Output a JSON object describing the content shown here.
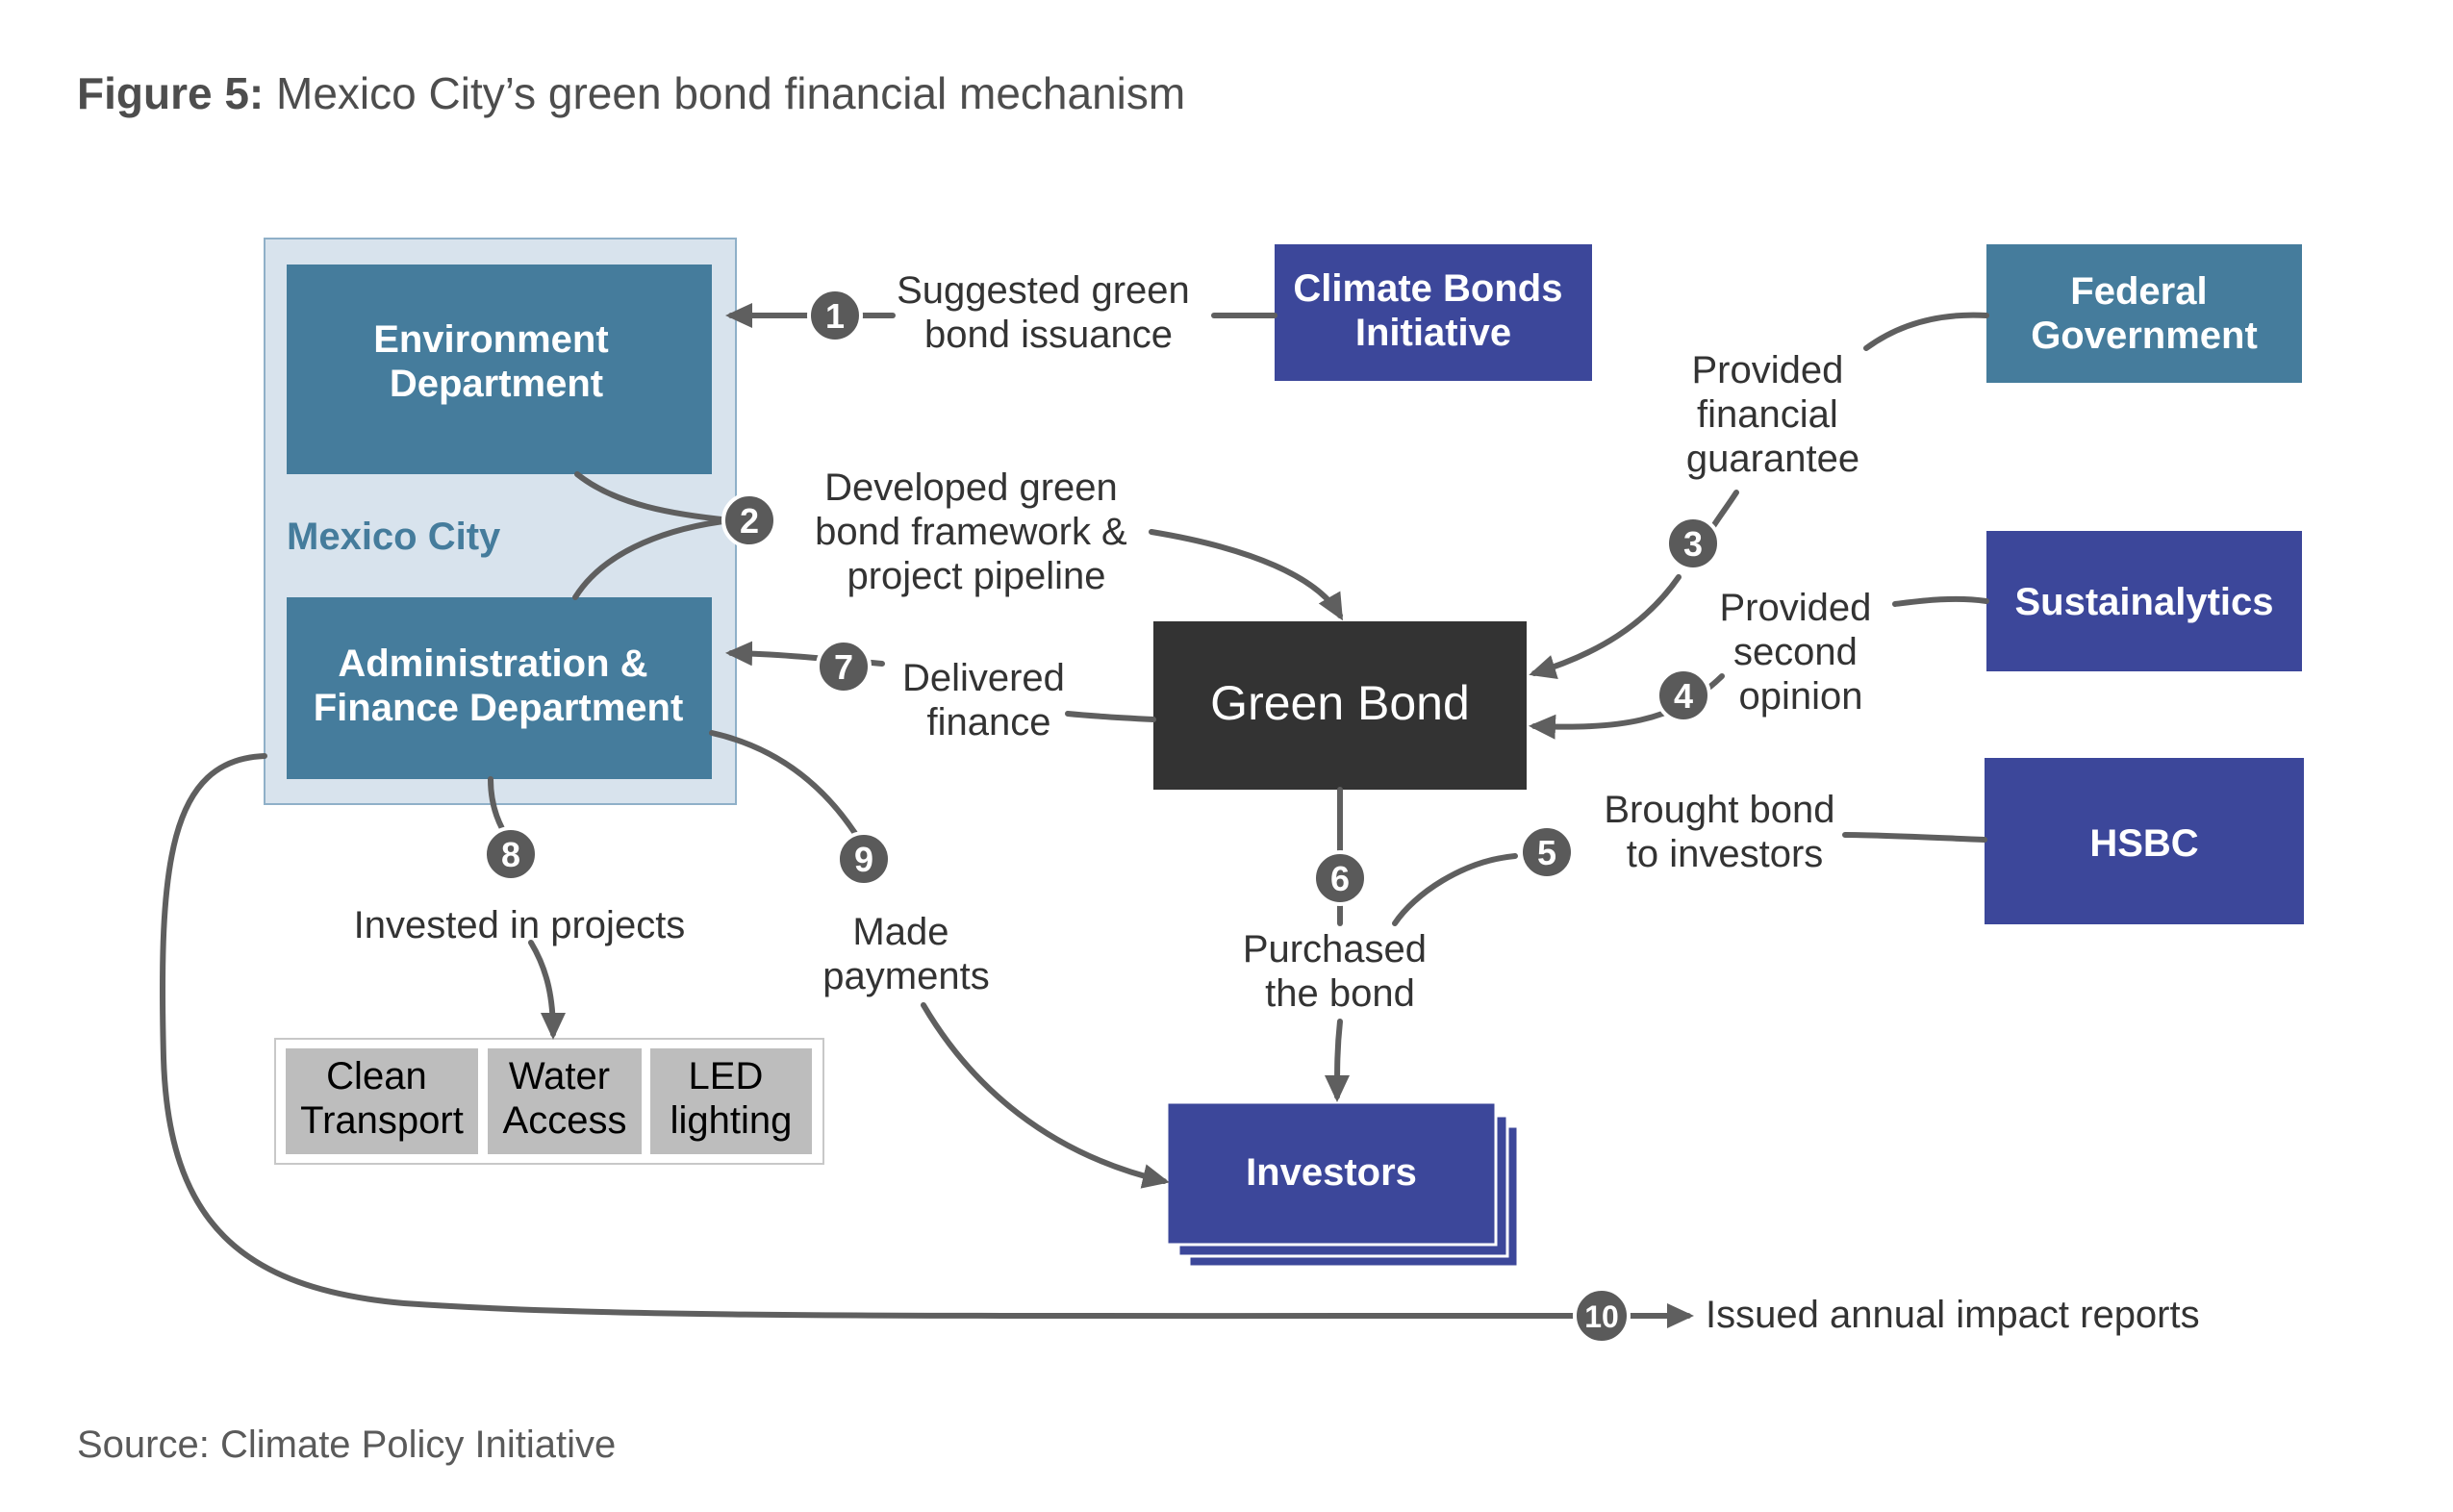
{
  "title": {
    "bold": "Figure 5:",
    "rest": " Mexico City’s green bond financial mechanism"
  },
  "source": "Source: Climate Policy Initiative",
  "colors": {
    "steel_blue": "#457c9c",
    "indigo": "#3c479a",
    "light_blue_bg": "#d8e3ed",
    "dark": "#333333",
    "gray_box": "#bdbdbd",
    "arrow": "#5f5f5f",
    "badge": "#5a5a5a"
  },
  "nodes": {
    "mexico_city": "Mexico City",
    "environment": [
      "Environment",
      "Department"
    ],
    "admin_finance": [
      "Administration &",
      "Finance Department"
    ],
    "climate_bonds": [
      "Climate Bonds",
      "Initiative"
    ],
    "federal": [
      "Federal",
      "Government"
    ],
    "sustainalytics": "Sustainalytics",
    "hsbc": "HSBC",
    "green_bond": "Green Bond",
    "investors": "Investors",
    "projects": [
      [
        "Clean",
        "Transport"
      ],
      [
        "Water",
        "Access"
      ],
      [
        "LED",
        "lighting"
      ]
    ]
  },
  "steps": [
    {
      "num": "1",
      "label": [
        "Suggested green",
        "bond issuance"
      ]
    },
    {
      "num": "2",
      "label": [
        "Developed green",
        "bond framework &",
        "project pipeline"
      ]
    },
    {
      "num": "3",
      "label": [
        "Provided",
        "financial",
        "guarantee"
      ]
    },
    {
      "num": "4",
      "label": [
        "Provided",
        "second",
        "opinion"
      ]
    },
    {
      "num": "5",
      "label": [
        "Brought bond",
        "to investors"
      ]
    },
    {
      "num": "6",
      "label": [
        "Purchased",
        "the bond"
      ]
    },
    {
      "num": "7",
      "label": [
        "Delivered",
        "finance"
      ]
    },
    {
      "num": "8",
      "label": [
        "Invested in projects"
      ]
    },
    {
      "num": "9",
      "label": [
        "Made",
        "payments"
      ]
    },
    {
      "num": "10",
      "label": [
        "Issued annual impact reports"
      ]
    }
  ]
}
